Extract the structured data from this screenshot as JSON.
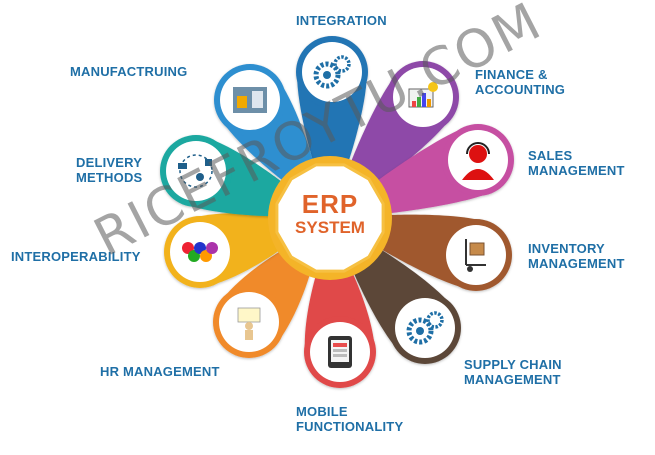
{
  "center": {
    "line1": "ERP",
    "line2": "SYSTEM"
  },
  "modules": [
    {
      "name": "integration",
      "lines": [
        "INTEGRATION"
      ],
      "color": "#2474b4",
      "icon": "gears-icon"
    },
    {
      "name": "finance",
      "lines": [
        "FINANCE &",
        "ACCOUNTING"
      ],
      "color": "#8e4aa8",
      "icon": "finance-chart-icon"
    },
    {
      "name": "sales",
      "lines": [
        "SALES",
        "MANAGEMENT"
      ],
      "color": "#c64fa2",
      "icon": "headset-agent-icon"
    },
    {
      "name": "inventory",
      "lines": [
        "INVENTORY",
        "MANAGEMENT"
      ],
      "color": "#a0582e",
      "icon": "hand-truck-icon"
    },
    {
      "name": "supply-chain",
      "lines": [
        "SUPPLY CHAIN",
        "MANAGEMENT"
      ],
      "color": "#5b4739",
      "icon": "gears-icon"
    },
    {
      "name": "mobile",
      "lines": [
        "MOBILE",
        "FUNCTIONALITY"
      ],
      "color": "#e04848",
      "icon": "tablet-icon"
    },
    {
      "name": "hr",
      "lines": [
        "HR MANAGEMENT"
      ],
      "color": "#f08a2a",
      "icon": "person-icon"
    },
    {
      "name": "interoperability",
      "lines": [
        "INTEROPERABILITY"
      ],
      "color": "#f2b21b",
      "icon": "puzzle-people-icon"
    },
    {
      "name": "delivery",
      "lines": [
        "DELIVERY",
        "METHODS"
      ],
      "color": "#1aa8a0",
      "icon": "delivery-network-icon"
    },
    {
      "name": "manufacturing",
      "lines": [
        "MANUFACTRUING"
      ],
      "color": "#2e8fd0",
      "icon": "factory-robot-icon"
    }
  ],
  "watermark": "RICEFROYTU.COM"
}
